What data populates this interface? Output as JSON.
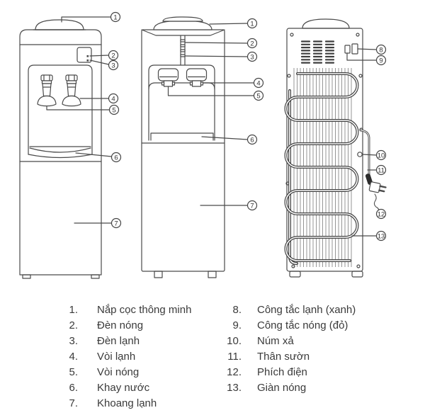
{
  "colors": {
    "background": "#ffffff",
    "line": "#4a4a4a",
    "text": "#3a3a3a"
  },
  "callouts": {
    "front": [
      "1",
      "2",
      "3",
      "4",
      "5",
      "6",
      "7"
    ],
    "center": [
      "1",
      "2",
      "3",
      "4",
      "5",
      "6",
      "7"
    ],
    "back": [
      "8",
      "9",
      "10",
      "11",
      "12",
      "13"
    ]
  },
  "legend": {
    "left": [
      {
        "num": "1.",
        "label": "Nắp cọc thông minh"
      },
      {
        "num": "2.",
        "label": "Đèn nóng"
      },
      {
        "num": "3.",
        "label": "Đèn lạnh"
      },
      {
        "num": "4.",
        "label": "Vòi lạnh"
      },
      {
        "num": "5.",
        "label": "Vòi nóng"
      },
      {
        "num": "6.",
        "label": "Khay nước"
      },
      {
        "num": "7.",
        "label": "Khoang lạnh"
      }
    ],
    "right": [
      {
        "num": "8.",
        "label": "Công tắc lạnh (xanh)"
      },
      {
        "num": "9.",
        "label": "Công tắc nóng (đỏ)"
      },
      {
        "num": "10.",
        "label": "Núm xả"
      },
      {
        "num": "11.",
        "label": "Thân sườn"
      },
      {
        "num": "12.",
        "label": "Phích điện"
      },
      {
        "num": "13.",
        "label": "Giàn nóng"
      }
    ]
  }
}
